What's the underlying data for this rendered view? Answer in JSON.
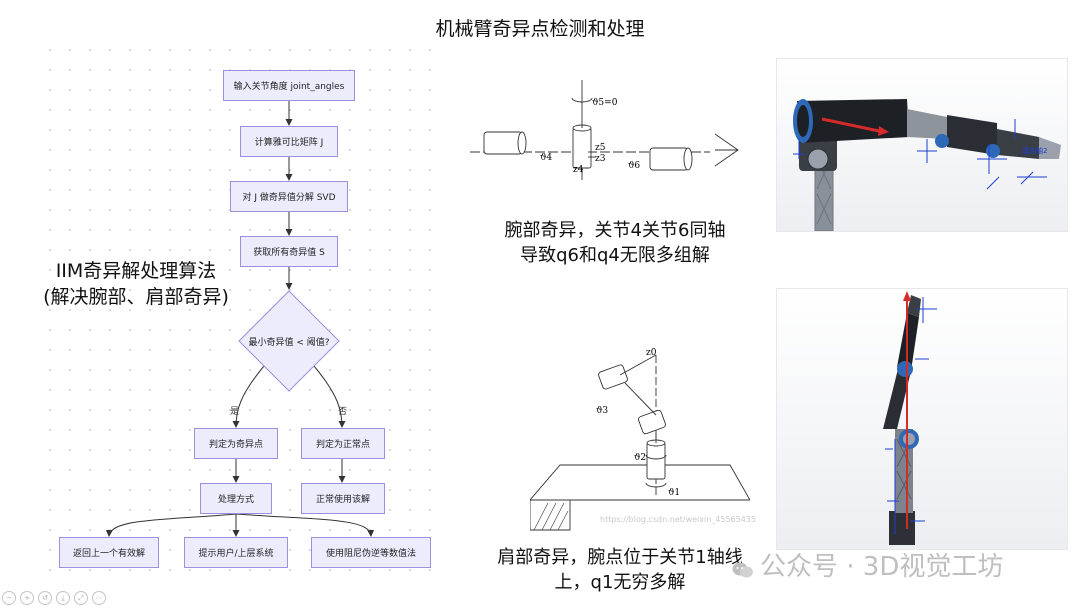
{
  "title": "机械臂奇异点检测和处理",
  "side_caption": {
    "line1": "IIM奇异解处理算法",
    "line2": "(解决腕部、肩部奇异)"
  },
  "flowchart": {
    "input": "输入关节角度 joint_angles",
    "jacobian": "计算雅可比矩阵 J",
    "svd": "对 J 做奇异值分解 SVD",
    "get_sv": "获取所有奇异值 S",
    "decision": "最小奇异值 < 阈值?",
    "yes_label": "是",
    "no_label": "否",
    "is_singular": "判定为奇异点",
    "is_normal": "判定为正常点",
    "handling": "处理方式",
    "use_solution": "正常使用该解",
    "opt_prev": "返回上一个有效解",
    "opt_prompt": "提示用户/上层系统",
    "opt_damped": "使用阻尼伪逆等数值法"
  },
  "wrist_diagram": {
    "label_theta5": "ϑ5=0",
    "label_theta4": "ϑ4",
    "label_theta6": "ϑ6",
    "label_z5": "z5",
    "label_z3": "z3",
    "label_z4": "z4"
  },
  "wrist_caption": {
    "line1": "腕部奇异，关节4关节6同轴",
    "line2": "导致q6和q4无限多组解"
  },
  "shoulder_diagram": {
    "label_z0": "z0",
    "label_theta3": "ϑ3",
    "label_theta2": "ϑ2",
    "label_theta1": "ϑ1"
  },
  "shoulder_caption": {
    "line1": "肩部奇异，腕点位于关节1轴线",
    "line2": "上，q1无穷多解"
  },
  "robot_photo_top": {
    "annotation": "基准轴2"
  },
  "watermark": "https://blog.csdn.net/weixin_45565435",
  "brand": "公众号 · 3D视觉工坊",
  "toolbar_icons": [
    "zoom-out-icon",
    "zoom-in-icon",
    "reset-icon",
    "export-icon",
    "fit-icon",
    "more-icon"
  ],
  "colors": {
    "node_fill": "#ececfd",
    "node_border": "#9c8fe0",
    "arrow_red": "#d42a2a",
    "axis_blue": "#1d3fd1"
  }
}
